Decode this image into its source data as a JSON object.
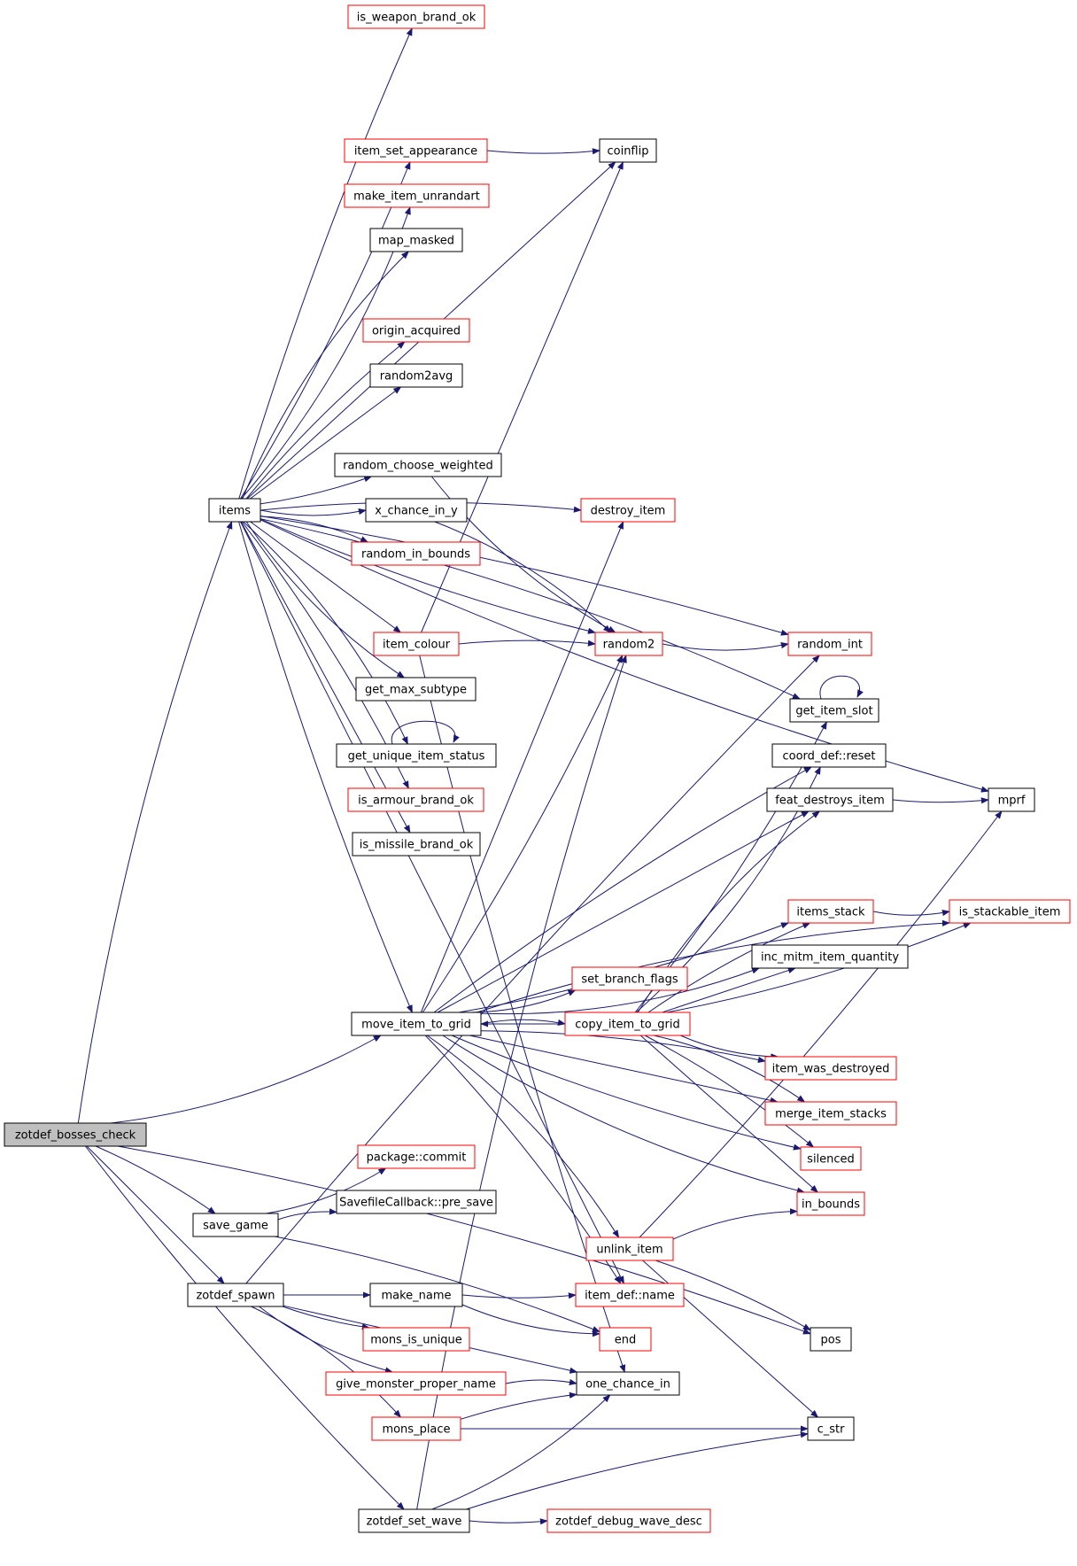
{
  "colors": {
    "edge": "#191970",
    "black_border": "#000000",
    "red_border": "#ff0000",
    "root_fill": "#bfbfbf",
    "node_fill": "#ffffff"
  },
  "nodes": {
    "zotdef_bosses_check": {
      "label": "zotdef_bosses_check",
      "border": "black",
      "root": true
    },
    "items": {
      "label": "items",
      "border": "black"
    },
    "save_game": {
      "label": "save_game",
      "border": "black"
    },
    "zotdef_spawn": {
      "label": "zotdef_spawn",
      "border": "black"
    },
    "zotdef_set_wave": {
      "label": "zotdef_set_wave",
      "border": "black"
    },
    "is_weapon_brand_ok": {
      "label": "is_weapon_brand_ok",
      "border": "red"
    },
    "item_set_appearance": {
      "label": "item_set_appearance",
      "border": "red"
    },
    "make_item_unrandart": {
      "label": "make_item_unrandart",
      "border": "red"
    },
    "map_masked": {
      "label": "map_masked",
      "border": "black"
    },
    "origin_acquired": {
      "label": "origin_acquired",
      "border": "red"
    },
    "random2avg": {
      "label": "random2avg",
      "border": "black"
    },
    "random_choose_weighted": {
      "label": "random_choose_weighted",
      "border": "black"
    },
    "x_chance_in_y": {
      "label": "x_chance_in_y",
      "border": "black"
    },
    "random_in_bounds": {
      "label": "random_in_bounds",
      "border": "red"
    },
    "item_colour": {
      "label": "item_colour",
      "border": "red"
    },
    "get_max_subtype": {
      "label": "get_max_subtype",
      "border": "black"
    },
    "get_unique_item_status": {
      "label": "get_unique_item_status",
      "border": "black"
    },
    "is_armour_brand_ok": {
      "label": "is_armour_brand_ok",
      "border": "red"
    },
    "is_missile_brand_ok": {
      "label": "is_missile_brand_ok",
      "border": "black"
    },
    "move_item_to_grid": {
      "label": "move_item_to_grid",
      "border": "black"
    },
    "package_commit": {
      "label": "package::commit",
      "border": "red"
    },
    "savefile_pre_save": {
      "label": "SavefileCallback::pre_save",
      "border": "black"
    },
    "make_name": {
      "label": "make_name",
      "border": "black"
    },
    "mons_is_unique": {
      "label": "mons_is_unique",
      "border": "red"
    },
    "give_monster_proper_name": {
      "label": "give_monster_proper_name",
      "border": "red"
    },
    "mons_place": {
      "label": "mons_place",
      "border": "red"
    },
    "coinflip": {
      "label": "coinflip",
      "border": "black"
    },
    "destroy_item": {
      "label": "destroy_item",
      "border": "red"
    },
    "random2": {
      "label": "random2",
      "border": "red"
    },
    "set_branch_flags": {
      "label": "set_branch_flags",
      "border": "red"
    },
    "copy_item_to_grid": {
      "label": "copy_item_to_grid",
      "border": "red"
    },
    "unlink_item": {
      "label": "unlink_item",
      "border": "red"
    },
    "item_def_name": {
      "label": "item_def::name",
      "border": "red"
    },
    "end": {
      "label": "end",
      "border": "red"
    },
    "one_chance_in": {
      "label": "one_chance_in",
      "border": "black"
    },
    "zotdef_debug_wave_desc": {
      "label": "zotdef_debug_wave_desc",
      "border": "red"
    },
    "random_int": {
      "label": "random_int",
      "border": "red"
    },
    "get_item_slot": {
      "label": "get_item_slot",
      "border": "black"
    },
    "coord_def_reset": {
      "label": "coord_def::reset",
      "border": "black"
    },
    "feat_destroys_item": {
      "label": "feat_destroys_item",
      "border": "black"
    },
    "items_stack": {
      "label": "items_stack",
      "border": "red"
    },
    "inc_mitm_item_quantity": {
      "label": "inc_mitm_item_quantity",
      "border": "black"
    },
    "item_was_destroyed": {
      "label": "item_was_destroyed",
      "border": "red"
    },
    "merge_item_stacks": {
      "label": "merge_item_stacks",
      "border": "red"
    },
    "silenced": {
      "label": "silenced",
      "border": "red"
    },
    "in_bounds": {
      "label": "in_bounds",
      "border": "red"
    },
    "pos": {
      "label": "pos",
      "border": "black"
    },
    "c_str": {
      "label": "c_str",
      "border": "black"
    },
    "mprf": {
      "label": "mprf",
      "border": "black"
    },
    "is_stackable_item": {
      "label": "is_stackable_item",
      "border": "red"
    }
  },
  "edges": [
    [
      "zotdef_bosses_check",
      "items"
    ],
    [
      "zotdef_bosses_check",
      "save_game"
    ],
    [
      "zotdef_bosses_check",
      "zotdef_spawn"
    ],
    [
      "zotdef_bosses_check",
      "zotdef_set_wave"
    ],
    [
      "zotdef_bosses_check",
      "move_item_to_grid"
    ],
    [
      "zotdef_bosses_check",
      "pos"
    ],
    [
      "items",
      "is_weapon_brand_ok"
    ],
    [
      "items",
      "coinflip"
    ],
    [
      "items",
      "item_set_appearance"
    ],
    [
      "items",
      "make_item_unrandart"
    ],
    [
      "items",
      "map_masked"
    ],
    [
      "items",
      "origin_acquired"
    ],
    [
      "items",
      "random2avg"
    ],
    [
      "items",
      "random_choose_weighted"
    ],
    [
      "items",
      "x_chance_in_y"
    ],
    [
      "items",
      "random_in_bounds"
    ],
    [
      "items",
      "destroy_item"
    ],
    [
      "items",
      "item_colour"
    ],
    [
      "items",
      "random2"
    ],
    [
      "items",
      "get_max_subtype"
    ],
    [
      "items",
      "get_unique_item_status"
    ],
    [
      "items",
      "is_armour_brand_ok"
    ],
    [
      "items",
      "is_missile_brand_ok"
    ],
    [
      "items",
      "move_item_to_grid"
    ],
    [
      "items",
      "mprf"
    ],
    [
      "items",
      "get_item_slot"
    ],
    [
      "items",
      "random_int"
    ],
    [
      "items",
      "item_def_name"
    ],
    [
      "item_set_appearance",
      "coinflip"
    ],
    [
      "random_choose_weighted",
      "random2"
    ],
    [
      "x_chance_in_y",
      "random2"
    ],
    [
      "item_colour",
      "random2"
    ],
    [
      "item_colour",
      "coinflip"
    ],
    [
      "item_colour",
      "one_chance_in"
    ],
    [
      "random2",
      "random_int"
    ],
    [
      "get_unique_item_status",
      "get_unique_item_status"
    ],
    [
      "get_item_slot",
      "get_item_slot"
    ],
    [
      "move_item_to_grid",
      "destroy_item"
    ],
    [
      "move_item_to_grid",
      "random2"
    ],
    [
      "move_item_to_grid",
      "set_branch_flags"
    ],
    [
      "move_item_to_grid",
      "copy_item_to_grid"
    ],
    [
      "move_item_to_grid",
      "coord_def_reset"
    ],
    [
      "move_item_to_grid",
      "feat_destroys_item"
    ],
    [
      "move_item_to_grid",
      "items_stack"
    ],
    [
      "move_item_to_grid",
      "inc_mitm_item_quantity"
    ],
    [
      "move_item_to_grid",
      "is_stackable_item"
    ],
    [
      "move_item_to_grid",
      "item_was_destroyed"
    ],
    [
      "move_item_to_grid",
      "merge_item_stacks"
    ],
    [
      "move_item_to_grid",
      "silenced"
    ],
    [
      "move_item_to_grid",
      "in_bounds"
    ],
    [
      "move_item_to_grid",
      "unlink_item"
    ],
    [
      "move_item_to_grid",
      "item_def_name"
    ],
    [
      "copy_item_to_grid",
      "move_item_to_grid"
    ],
    [
      "copy_item_to_grid",
      "get_item_slot"
    ],
    [
      "copy_item_to_grid",
      "coord_def_reset"
    ],
    [
      "copy_item_to_grid",
      "feat_destroys_item"
    ],
    [
      "copy_item_to_grid",
      "items_stack"
    ],
    [
      "copy_item_to_grid",
      "inc_mitm_item_quantity"
    ],
    [
      "copy_item_to_grid",
      "is_stackable_item"
    ],
    [
      "copy_item_to_grid",
      "item_was_destroyed"
    ],
    [
      "copy_item_to_grid",
      "merge_item_stacks"
    ],
    [
      "copy_item_to_grid",
      "silenced"
    ],
    [
      "copy_item_to_grid",
      "in_bounds"
    ],
    [
      "feat_destroys_item",
      "mprf"
    ],
    [
      "items_stack",
      "is_stackable_item"
    ],
    [
      "unlink_item",
      "in_bounds"
    ],
    [
      "unlink_item",
      "pos"
    ],
    [
      "unlink_item",
      "c_str"
    ],
    [
      "unlink_item",
      "mprf"
    ],
    [
      "save_game",
      "package_commit"
    ],
    [
      "save_game",
      "savefile_pre_save"
    ],
    [
      "save_game",
      "end"
    ],
    [
      "zotdef_spawn",
      "make_name"
    ],
    [
      "zotdef_spawn",
      "mons_is_unique"
    ],
    [
      "zotdef_spawn",
      "give_monster_proper_name"
    ],
    [
      "zotdef_spawn",
      "mons_place"
    ],
    [
      "zotdef_spawn",
      "random_int"
    ],
    [
      "zotdef_spawn",
      "one_chance_in"
    ],
    [
      "make_name",
      "item_def_name"
    ],
    [
      "make_name",
      "end"
    ],
    [
      "give_monster_proper_name",
      "one_chance_in"
    ],
    [
      "mons_place",
      "one_chance_in"
    ],
    [
      "mons_place",
      "c_str"
    ],
    [
      "zotdef_set_wave",
      "zotdef_debug_wave_desc"
    ],
    [
      "zotdef_set_wave",
      "one_chance_in"
    ],
    [
      "zotdef_set_wave",
      "random2"
    ],
    [
      "zotdef_set_wave",
      "c_str"
    ]
  ]
}
